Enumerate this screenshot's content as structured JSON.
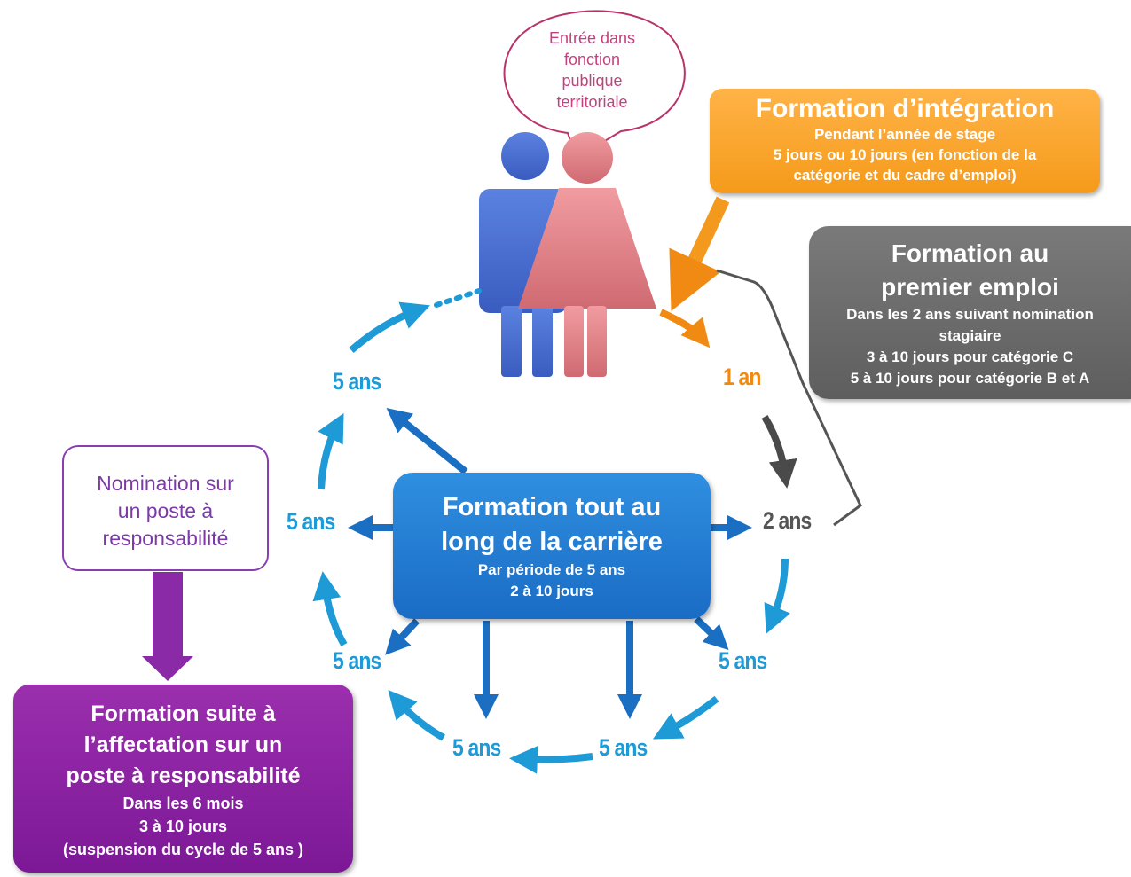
{
  "bubble": {
    "lines": [
      "Entrée dans",
      "fonction",
      "publique",
      "territoriale"
    ]
  },
  "integration": {
    "title": "Formation d’intégration",
    "lines": [
      "Pendant l’année de stage",
      "5 jours ou 10 jours (en fonction  de la",
      "catégorie et du cadre d’emploi)"
    ],
    "color": "#f59a1a"
  },
  "premier_emploi": {
    "title": "Formation au\npremier emploi",
    "lines": [
      "Dans les 2 ans suivant nomination",
      "stagiaire",
      "3 à 10 jours pour catégorie  C",
      "5 à 10 jours pour catégorie B et A"
    ],
    "color": "#666666"
  },
  "carriere": {
    "title": "Formation tout au\nlong de la carrière",
    "lines": [
      "Par période  de 5 ans",
      "2  à 10 jours"
    ],
    "color": "#1a75cc"
  },
  "nomination": {
    "lines": [
      "Nomination sur",
      "un poste à",
      "responsabilité"
    ]
  },
  "affectation": {
    "title": "Formation suite à\nl’affectation  sur un\nposte à responsabilité",
    "lines": [
      "Dans les 6 mois",
      "3 à 10 jours",
      "(suspension du cycle de 5 ans )"
    ],
    "color": "#841c9c"
  },
  "cycle_labels": {
    "one_year": "1 an",
    "two_years": "2 ans",
    "five_right": "5 ans",
    "five_bottom_right": "5 ans",
    "five_bottom_left": "5 ans",
    "five_left_low": "5 ans",
    "five_left_mid": "5 ans",
    "five_top_left": "5 ans"
  },
  "colors": {
    "cycle_blue": "#1e9ad6",
    "orange": "#f08a12",
    "man": "#4a6fd1",
    "woman": "#e07f86",
    "purple": "#8a2aa6"
  }
}
